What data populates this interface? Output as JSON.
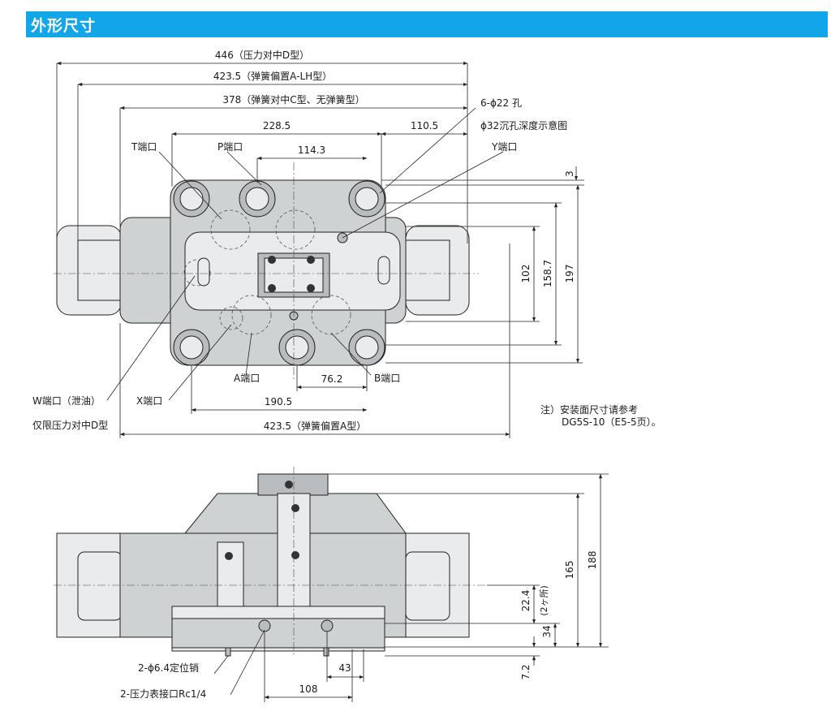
{
  "header": {
    "title": "外形尺寸"
  },
  "top_view": {
    "dims": {
      "d446": "446（压力对中D型）",
      "d423_lh": "423.5（弹簧偏置A-LH型）",
      "d378": "378（弹簧对中C型、无弹簧型）",
      "d228": "228.5",
      "d110": "110.5",
      "d114": "114.3",
      "d3": "3",
      "d102": "102",
      "d158": "158.7",
      "d197": "197",
      "d76": "76.2",
      "d190": "190.5",
      "d423_a": "423.5（弹簧偏置A型）"
    },
    "labels": {
      "holes": "6-ϕ22 孔",
      "counterbore": "ϕ32沉孔深度示意图",
      "t_port": "T端口",
      "p_port": "P端口",
      "y_port": "Y端口",
      "a_port": "A端口",
      "b_port": "B端口",
      "w_port": "W端口（泄油）",
      "x_port": "X端口",
      "d_only": "仅限压力对中D型"
    },
    "note": {
      "line1": "注）安装面尺寸请参考",
      "line2": "DG5S-10（E5-5页）。"
    }
  },
  "front_view": {
    "dims": {
      "d188": "188",
      "d165": "165",
      "d22": "22.4",
      "d22_sub": "(2ヶ所)",
      "d34": "34",
      "d7": "7.2",
      "d43": "43",
      "d108": "108"
    },
    "labels": {
      "pin": "2-ϕ6.4定位销",
      "gauge": "2-压力表接口Rc1/4"
    }
  },
  "colors": {
    "header_bg": "#12a5e8",
    "body": "#cfd2d3",
    "line": "#222222"
  }
}
